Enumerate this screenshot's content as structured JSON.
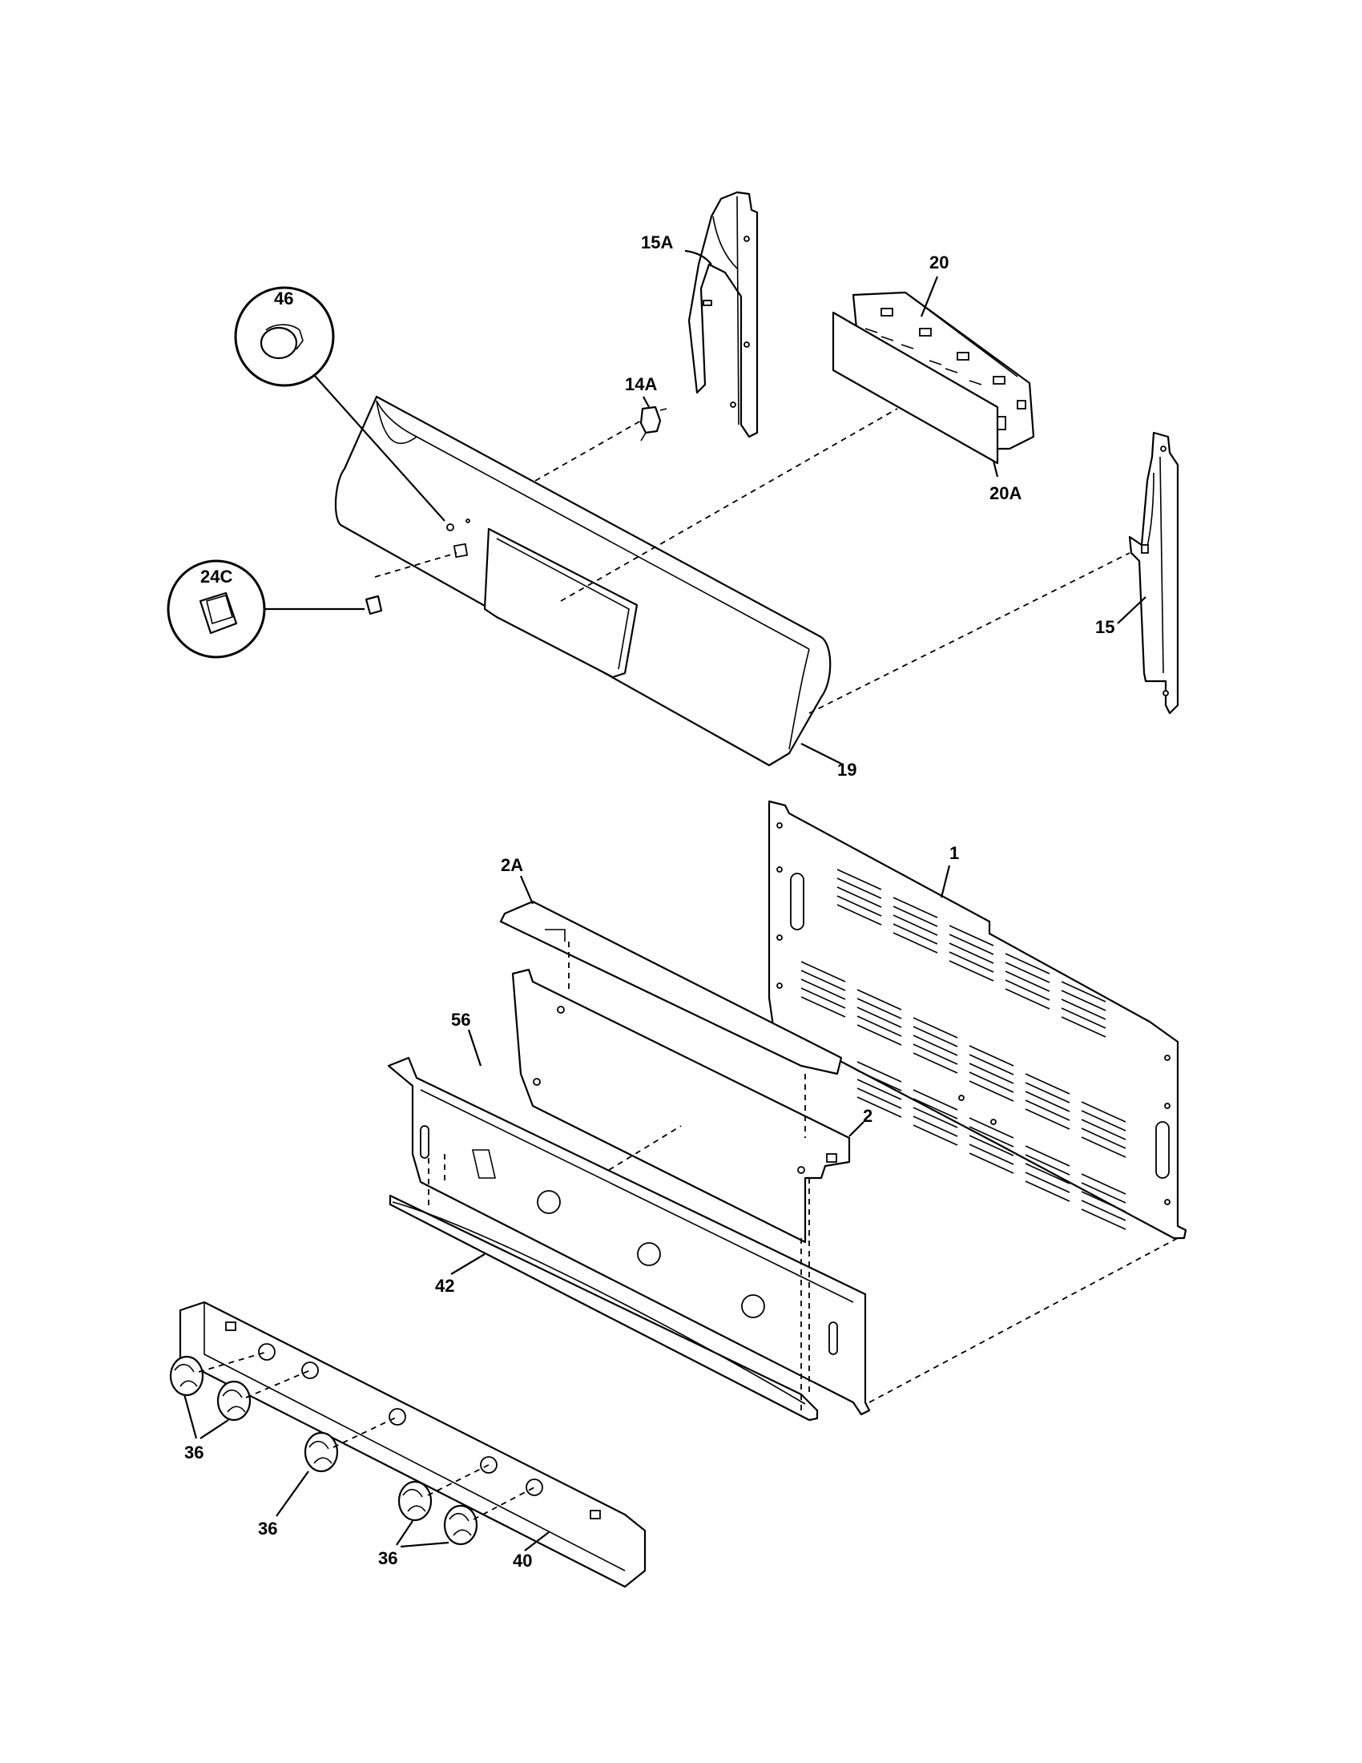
{
  "callouts": [
    {
      "id": "c46",
      "label": "46"
    },
    {
      "id": "c15a",
      "label": "15A"
    },
    {
      "id": "c14a",
      "label": "14A"
    },
    {
      "id": "c20",
      "label": "20"
    },
    {
      "id": "c20a",
      "label": "20A"
    },
    {
      "id": "c24c",
      "label": "24C"
    },
    {
      "id": "c15",
      "label": "15"
    },
    {
      "id": "c19",
      "label": "19"
    },
    {
      "id": "c1",
      "label": "1"
    },
    {
      "id": "c2a",
      "label": "2A"
    },
    {
      "id": "c56",
      "label": "56"
    },
    {
      "id": "c2",
      "label": "2"
    },
    {
      "id": "c42",
      "label": "42"
    },
    {
      "id": "c36a",
      "label": "36"
    },
    {
      "id": "c36b",
      "label": "36"
    },
    {
      "id": "c36c",
      "label": "36"
    },
    {
      "id": "c40",
      "label": "40"
    }
  ]
}
